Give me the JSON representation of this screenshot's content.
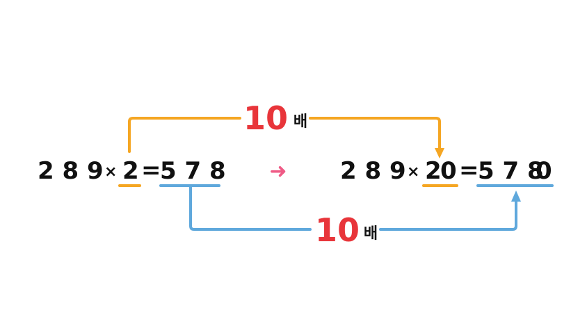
{
  "colors": {
    "orange": "#f5a623",
    "blue": "#5fa8dc",
    "red": "#e8353a",
    "pink_arrow": "#ef5b86",
    "text": "#111111"
  },
  "left_equation": {
    "a": "2 8 9",
    "times": "×",
    "b": "2",
    "equals": "=",
    "result": "5 7 8"
  },
  "right_equation": {
    "a": "2 8 9",
    "times": "×",
    "b_digit": "2",
    "b_zero": "0",
    "equals": "=",
    "result_digits": "5 7 8",
    "result_zero": "0"
  },
  "middle_arrow": "➜",
  "top_connector": {
    "number": "10",
    "unit": "배"
  },
  "bottom_connector": {
    "number": "10",
    "unit": "배"
  }
}
